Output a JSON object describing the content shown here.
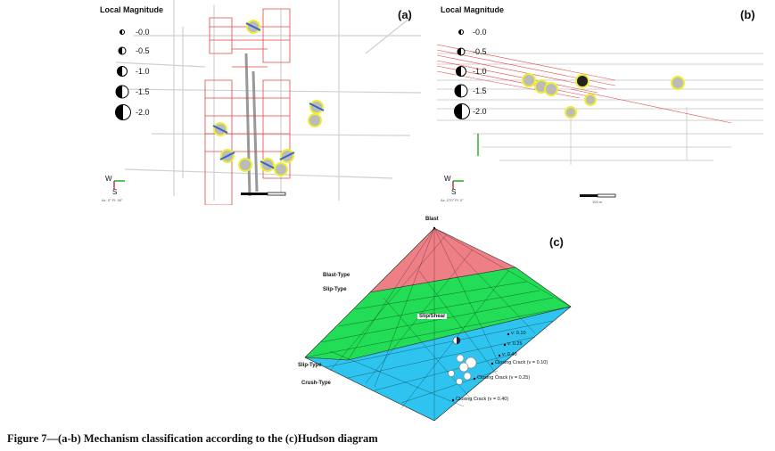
{
  "panel_a": {
    "label": "(a)",
    "legend_title": "Local Magnitude",
    "legend_values": [
      "-0.0",
      "-0.5",
      "-1.0",
      "-1.5",
      "-2.0"
    ],
    "compass": {
      "w": "W",
      "s": "S"
    },
    "az_text": "Az. 0° Pl. 90°"
  },
  "panel_b": {
    "label": "(b)",
    "legend_title": "Local Magnitude",
    "legend_values": [
      "-0.0",
      "-0.5",
      "-1.0",
      "-1.5",
      "-2.0"
    ],
    "compass": {
      "w": "W",
      "s": "S"
    },
    "az_text": "Az. 270° Pl. 0°",
    "scale_text": "100 m"
  },
  "panel_c": {
    "label": "(c)",
    "apex_label": "Blast",
    "region_labels": {
      "blast_type": "Blast-Type",
      "slip_type_upper": "Slip-Type",
      "slip_shear": "Slip/Shear",
      "slip_type_lower": "Slip-Type",
      "crush_type": "Crush-Type"
    },
    "annotations": [
      "v: 0.10",
      "v: 0.25",
      "v: 0.40",
      "Closing Crack (v = 0.10)",
      "Closing Crack (v = 0.25)",
      "Closing Crack (v = 0.40)"
    ],
    "colors": {
      "blast": "#ef7f86",
      "slip": "#22dd55",
      "crush": "#2fc4f0"
    }
  },
  "caption": "Figure 7—(a-b) Mechanism classification according to the (c)Hudson diagram"
}
